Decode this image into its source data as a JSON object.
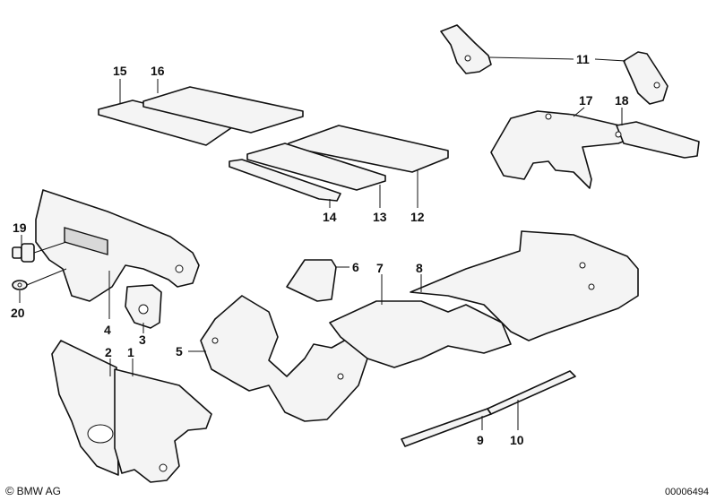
{
  "callouts": {
    "c1": "1",
    "c2": "2",
    "c3": "3",
    "c4": "4",
    "c5": "5",
    "c6": "6",
    "c7": "7",
    "c8": "8",
    "c9": "9",
    "c10": "10",
    "c11": "11",
    "c12": "12",
    "c13": "13",
    "c14": "14",
    "c15": "15",
    "c16": "16",
    "c17": "17",
    "c18": "18",
    "c19": "19",
    "c20": "20"
  },
  "footer": {
    "copyright_symbol": "©",
    "brand": "BMW AG",
    "diagram_number": "00006494"
  },
  "colors": {
    "line": "#111111",
    "fill": "#f4f4f4",
    "background": "#ffffff"
  }
}
